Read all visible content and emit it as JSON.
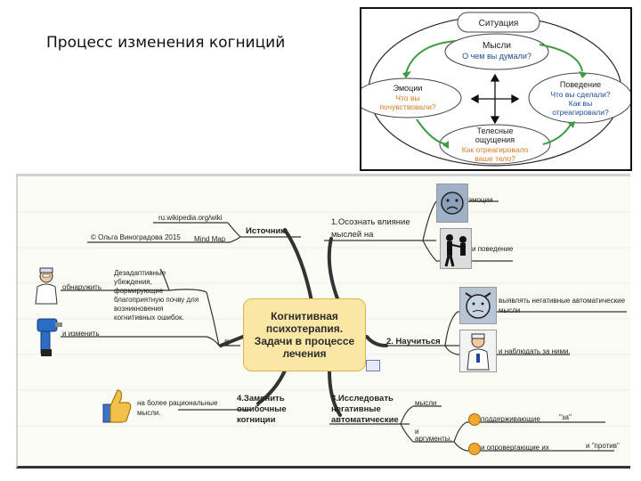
{
  "slide": {
    "title": "Процесс изменения когниций"
  },
  "cbt_model": {
    "situation": "Ситуация",
    "thoughts_title": "Мысли",
    "thoughts_question": "О чем вы думали?",
    "emotions_title": "Эмоции",
    "emotions_question_1": "Что вы",
    "emotions_question_2": "почувствовали?",
    "behavior_title": "Поведение",
    "behavior_question_1": "Что вы сделали?",
    "behavior_question_2": "Как вы",
    "behavior_question_3": "отреагировали?",
    "body_title_1": "Телесные",
    "body_title_2": "ощущения",
    "body_question_1": "Как отреагировало",
    "body_question_2": "ваше тело?"
  },
  "mindmap": {
    "center_line1": "Когнитивная",
    "center_line2": "психотерапия.",
    "center_line3": "Задачи в процессе",
    "center_line4": "лечения",
    "source_url": "ru.wikipedia.org/wiki",
    "source_copyright": "© Ольга Виноградова 2015",
    "mindmap_label": "Mind Map",
    "source_branch": "Источник:",
    "branch1_line1": "1.Осознать влияние",
    "branch1_line2": "мыслей на",
    "emotions_leaf": "эмоции",
    "behavior_leaf": "и поведение",
    "branch2": "2. Научиться",
    "recognize_line1": "выявлять негативные автоматические",
    "recognize_line2": "мысли",
    "observe_leaf": "и наблюдать за ними.",
    "branch3_line1": "3.Исследовать",
    "branch3_line2": "негативные",
    "branch3_line3": "автоматические",
    "thoughts_leaf": "мысли",
    "args_leaf_1": "и",
    "args_leaf_2": "аргументы,",
    "support_leaf": "поддерживающие",
    "refute_leaf": "и опровергающие их",
    "pro_leaf": "\"за\"",
    "contra_leaf": "и \"против\"",
    "branch4_line1": "4.Заменить",
    "branch4_line2": "ошибочные",
    "branch4_line3": "когниции",
    "rational_line1": "на более рациональные",
    "rational_line2": "мысли.",
    "branch5": "5.",
    "detect_leaf": "обнаружить",
    "change_leaf": "и изменить",
    "beliefs_1": "Дезадаптивные",
    "beliefs_2": "убеждения,",
    "beliefs_3": "формирующие",
    "beliefs_4": "благоприятную почву для",
    "beliefs_5": "возникновения",
    "beliefs_6": "когнитивных ошибок."
  },
  "colors": {
    "center_fill": "#fbe7a5",
    "arrow_green": "#3f9b43",
    "label_orange": "#d9791e",
    "question_blue": "#1c4a9a",
    "branch_line": "#333333"
  }
}
